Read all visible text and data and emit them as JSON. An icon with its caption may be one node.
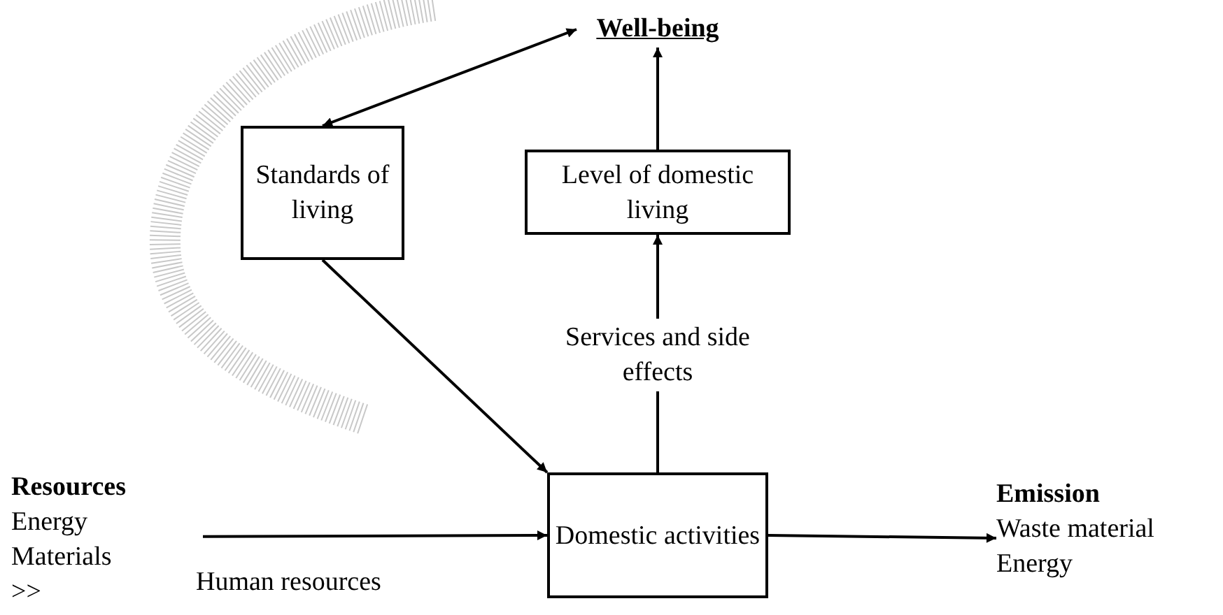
{
  "diagram": {
    "nodes": [
      {
        "text": [
          "Well-being"
        ]
      },
      {
        "text": [
          "Standards of living"
        ]
      },
      {
        "text": [
          "Level of domestic living"
        ]
      },
      {
        "text": [
          "Services and side effects"
        ]
      },
      {
        "text": [
          "Resources",
          "Energy",
          "Materials",
          ">>"
        ]
      },
      {
        "text": [
          "Domestic activities"
        ]
      },
      {
        "text": [
          "Emission",
          "Waste material",
          "Energy"
        ]
      }
    ],
    "edges": [
      {
        "from": 1,
        "to": 0,
        "arrow": "both"
      },
      {
        "from": 2,
        "to": 0,
        "arrow": "to"
      },
      {
        "from": 3,
        "to": 2,
        "arrow": "to"
      },
      {
        "from": 5,
        "to": 3,
        "arrow": "none"
      },
      {
        "from": 1,
        "to": 5,
        "arrow": "to"
      },
      {
        "from": 4,
        "to": 5,
        "arrow": "to",
        "label": "Human resources"
      },
      {
        "from": 5,
        "to": 6,
        "arrow": "to"
      }
    ]
  }
}
